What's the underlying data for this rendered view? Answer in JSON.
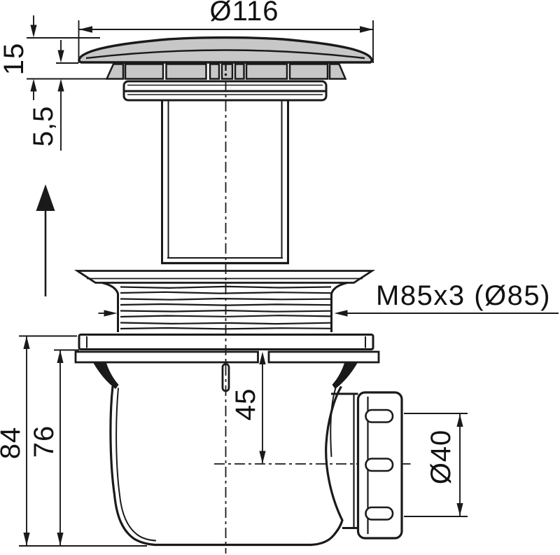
{
  "drawing": {
    "type": "technical-dimension-drawing",
    "subject": "shower-drain waste fitting, exploded side view",
    "labels": {
      "cap_diameter": "Ø116",
      "cap_height": "15",
      "cap_rim_height": "5,5",
      "thread_spec": "M85x3 (Ø85)",
      "total_height": "84",
      "body_height": "76",
      "outlet_center_depth": "45",
      "outlet_diameter": "Ø40"
    },
    "colors": {
      "line": "#1a1a1a",
      "cap_fill": "#c7c7c7",
      "background": "#ffffff"
    }
  }
}
